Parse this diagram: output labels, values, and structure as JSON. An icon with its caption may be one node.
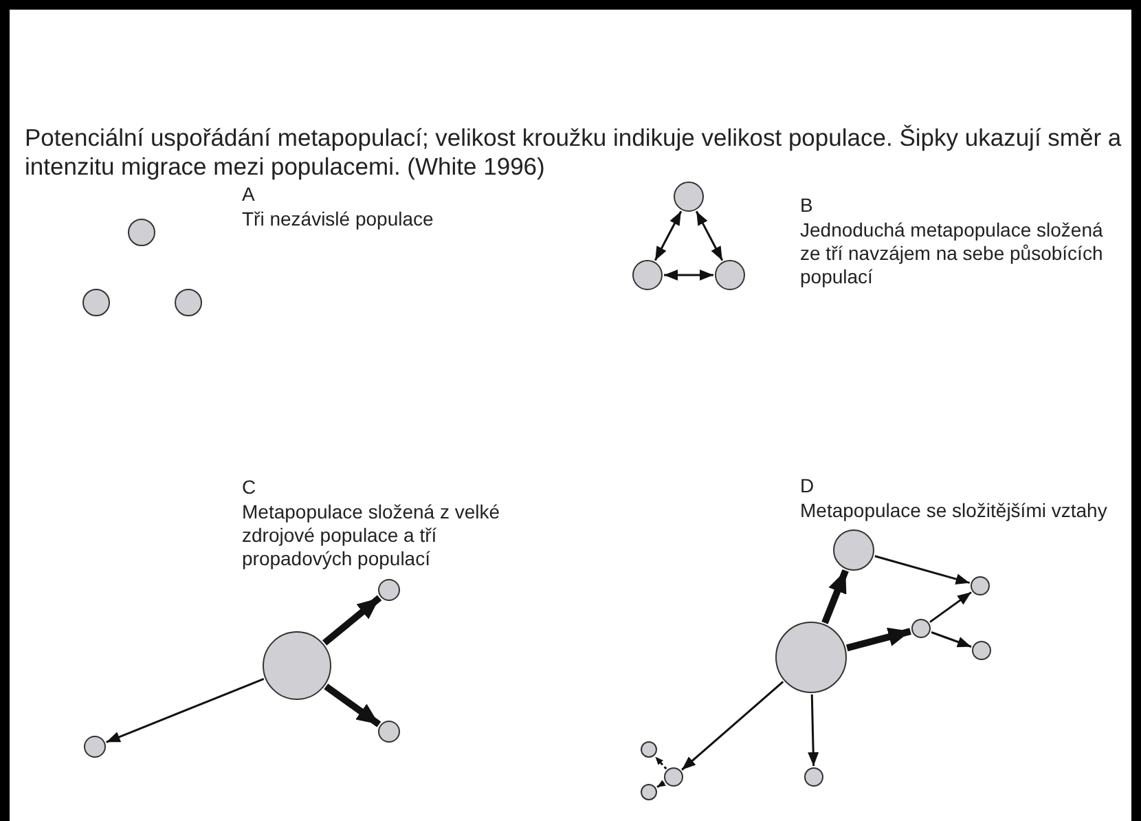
{
  "diagram": {
    "title": "Potenciální uspořádání metapopulací; velikost kroužku indikuje velikost populace. Šipky ukazují směr a intenzitu migrace mezi populacemi. (White 1996)",
    "nodes": [
      {
        "text": [],
        "shape": "circle"
      },
      {
        "text": [],
        "shape": "circle"
      },
      {
        "text": [],
        "shape": "circle"
      },
      {
        "text": [],
        "shape": "circle"
      },
      {
        "text": [],
        "shape": "circle"
      },
      {
        "text": [],
        "shape": "circle"
      },
      {
        "text": [],
        "shape": "circle"
      },
      {
        "text": [],
        "shape": "circle"
      },
      {
        "text": [],
        "shape": "circle"
      },
      {
        "text": [],
        "shape": "circle"
      },
      {
        "text": [],
        "shape": "circle"
      },
      {
        "text": [],
        "shape": "circle"
      },
      {
        "text": [],
        "shape": "circle"
      },
      {
        "text": [],
        "shape": "circle"
      },
      {
        "text": [],
        "shape": "circle"
      },
      {
        "text": [],
        "shape": "circle"
      },
      {
        "text": [],
        "shape": "circle"
      },
      {
        "text": [],
        "shape": "circle"
      },
      {
        "text": [],
        "shape": "circle"
      }
    ],
    "edges": [
      {
        "from": 3,
        "to": 4,
        "arrow": "both"
      },
      {
        "from": 3,
        "to": 5,
        "arrow": "both"
      },
      {
        "from": 4,
        "to": 5,
        "arrow": "both"
      },
      {
        "from": 6,
        "to": 7,
        "arrow": "to",
        "style": "thick"
      },
      {
        "from": 6,
        "to": 8,
        "arrow": "to",
        "style": "thick"
      },
      {
        "from": 6,
        "to": 9,
        "arrow": "to"
      },
      {
        "from": 10,
        "to": 11,
        "arrow": "to",
        "style": "thick"
      },
      {
        "from": 10,
        "to": 13,
        "arrow": "to",
        "style": "thick"
      },
      {
        "from": 11,
        "to": 12,
        "arrow": "to"
      },
      {
        "from": 13,
        "to": 12,
        "arrow": "to"
      },
      {
        "from": 13,
        "to": 14,
        "arrow": "to"
      },
      {
        "from": 10,
        "to": 16,
        "arrow": "to"
      },
      {
        "from": 10,
        "to": 18,
        "arrow": "to"
      },
      {
        "from": 16,
        "to": 15,
        "arrow": "to",
        "style": "dashed"
      },
      {
        "from": 16,
        "to": 17,
        "arrow": "to",
        "style": "dashed"
      }
    ],
    "labels": [
      "A",
      "Tři nezávislé populace",
      "B",
      "Jednoduchá metapopulace složená ze tří navzájem na sebe působících populací",
      "C",
      "Metapopulace složená z velké zdrojové populace a tří propadových populací",
      "D",
      "Metapopulace se složitějšími vztahy"
    ]
  }
}
